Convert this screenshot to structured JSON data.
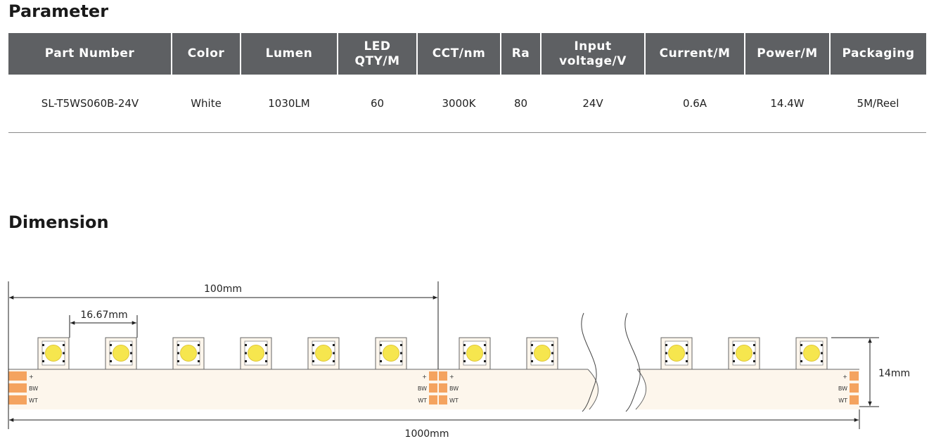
{
  "parameter": {
    "title": "Parameter",
    "headers": [
      "Part Number",
      "Color",
      "Lumen",
      "LED\nQTY/M",
      "CCT/nm",
      "Ra",
      "Input\nvoltage/V",
      "Current/M",
      "Power/M",
      "Packaging"
    ],
    "row": [
      "SL-T5WS060B-24V",
      "White",
      "1030LM",
      "60",
      "3000K",
      "80",
      "24V",
      "0.6A",
      "14.4W",
      "5M/Reel"
    ]
  },
  "dimension": {
    "title": "Dimension",
    "cut_length": "100mm",
    "led_pitch": "16.67mm",
    "strip_width": "14mm",
    "total_length": "1000mm",
    "pad_labels": {
      "plus": "+",
      "bw": "BW",
      "wt": "WT"
    }
  },
  "colors": {
    "header_bg": "#5e6063",
    "strip_fill": "#fdf6ec",
    "pad_orange": "#f4a35f",
    "led_yellow": "#f6e64e"
  }
}
